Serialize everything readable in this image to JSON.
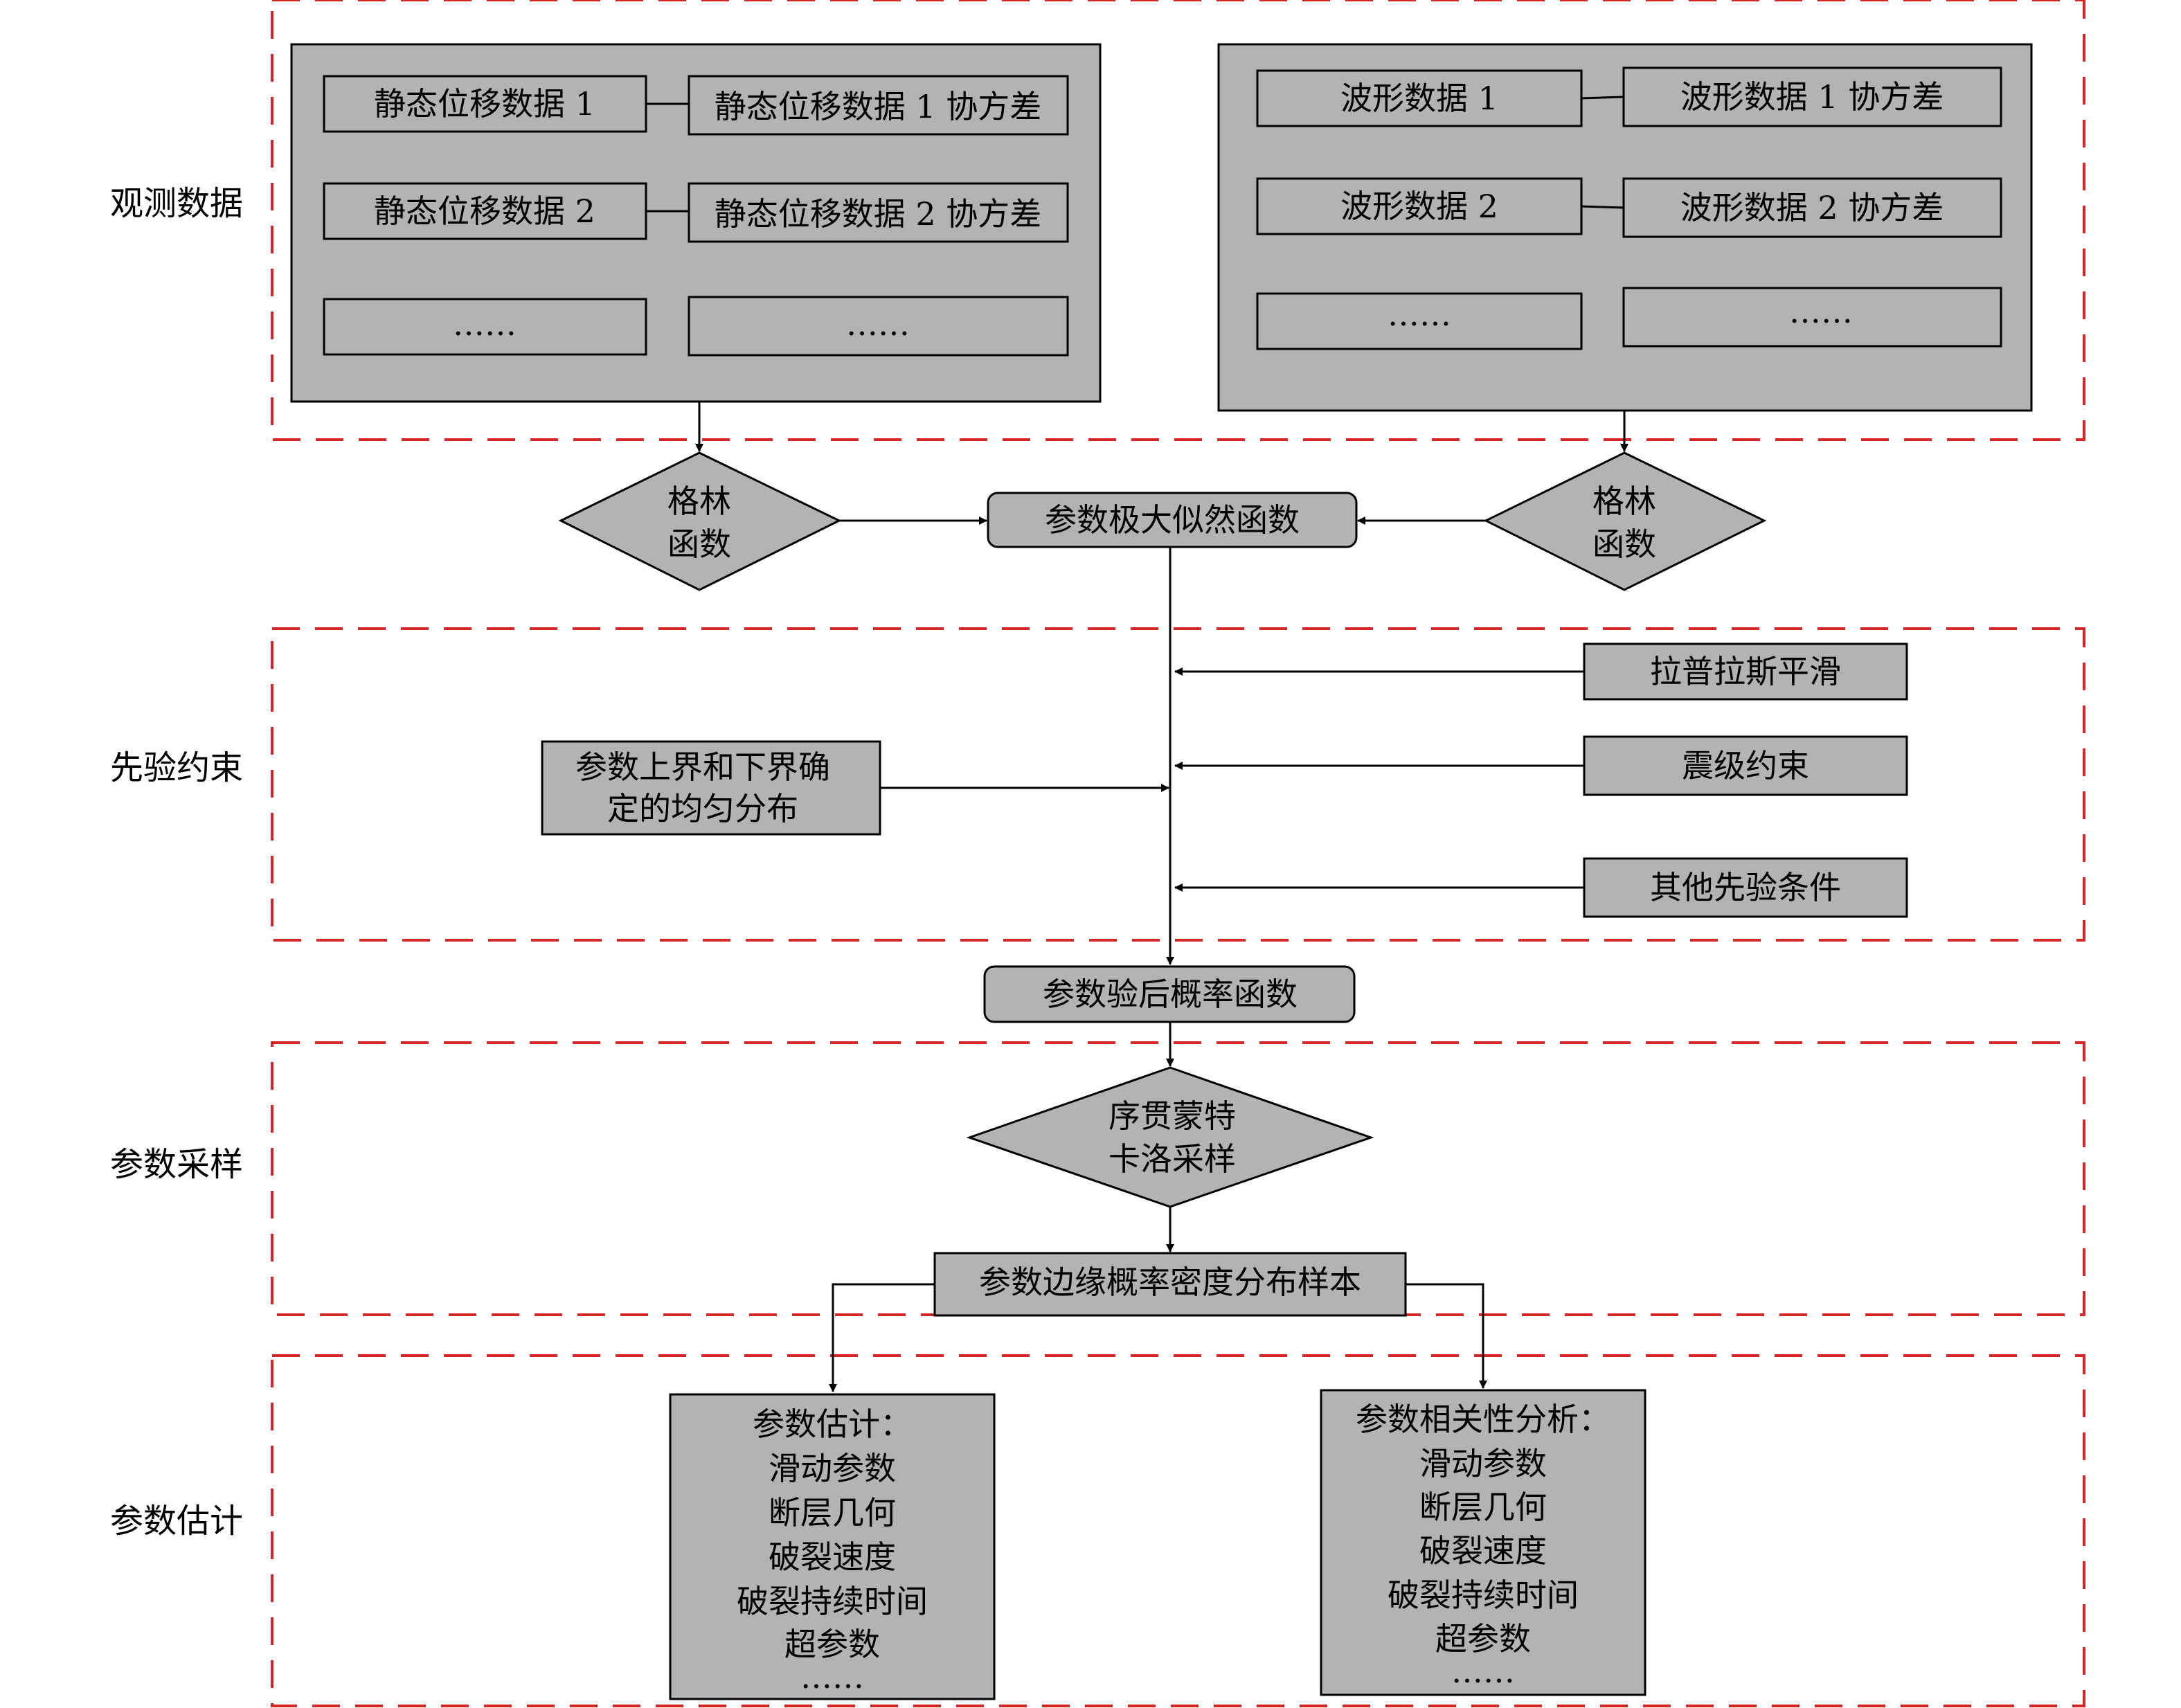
{
  "sections": {
    "observation": "观测数据",
    "prior": "先验约束",
    "sampling": "参数采样",
    "estimation": "参数估计"
  },
  "static_group": {
    "rows": [
      {
        "data": "静态位移数据 1",
        "cov": "静态位移数据 1 协方差"
      },
      {
        "data": "静态位移数据 2",
        "cov": "静态位移数据 2 协方差"
      },
      {
        "data": "……",
        "cov": "……"
      }
    ]
  },
  "waveform_group": {
    "rows": [
      {
        "data": "波形数据 1",
        "cov": "波形数据 1 协方差"
      },
      {
        "data": "波形数据 2",
        "cov": "波形数据 2 协方差"
      },
      {
        "data": "……",
        "cov": "……"
      }
    ]
  },
  "green_left": [
    "格林",
    "函数"
  ],
  "green_right": [
    "格林",
    "函数"
  ],
  "likelihood": "参数极大似然函数",
  "priors": {
    "uniform": [
      "参数上界和下界确",
      "定的均匀分布"
    ],
    "laplacian": "拉普拉斯平滑",
    "magnitude": "震级约束",
    "other": "其他先验条件"
  },
  "posterior": "参数验后概率函数",
  "smc": [
    "序贯蒙特",
    "卡洛采样"
  ],
  "marginal": "参数边缘概率密度分布样本",
  "estimate": {
    "lines": [
      "参数估计：",
      "滑动参数",
      "断层几何",
      "破裂速度",
      "破裂持续时间",
      "超参数",
      "……"
    ]
  },
  "correlation": {
    "lines": [
      "参数相关性分析：",
      "滑动参数",
      "断层几何",
      "破裂速度",
      "破裂持续时间",
      "超参数",
      "……"
    ]
  },
  "colors": {
    "box_fill": "#b3b3b3",
    "dash_border": "#d62728",
    "line": "#000000"
  }
}
